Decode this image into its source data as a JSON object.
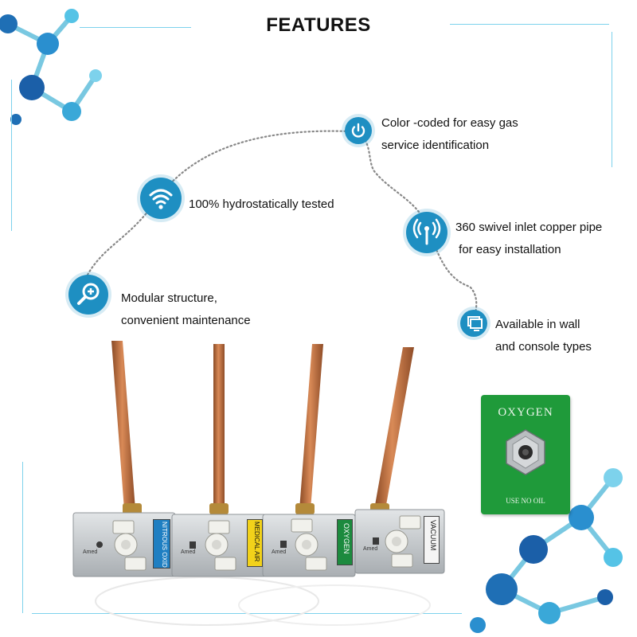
{
  "title": "FEATURES",
  "features": [
    {
      "lines": [
        "Color -coded for easy gas",
        "service identification"
      ],
      "icon": "power-icon"
    },
    {
      "lines": [
        "100% hydrostatically tested"
      ],
      "icon": "wifi-icon"
    },
    {
      "lines": [
        "360 swivel inlet copper pipe",
        " for easy installation"
      ],
      "icon": "antenna-icon"
    },
    {
      "lines": [
        "Modular structure,",
        "convenient maintenance"
      ],
      "icon": "magnifier-plus-icon"
    },
    {
      "lines": [
        "Available in wall",
        "and console types"
      ],
      "icon": "monitor-icon"
    }
  ],
  "outlet_labels": [
    "NITROUS OXIDE",
    "MEDICAL AIR",
    "OXYGEN",
    "VACUUM"
  ],
  "outlet_label_colors": [
    "#1f7fc2",
    "#f2d21a",
    "#1c8a3e",
    "#f4f4f4"
  ],
  "brand_mark": "Amed",
  "plate": {
    "title": "OXYGEN",
    "footer": "USE NO OIL",
    "color": "#1f9a3a"
  },
  "colors": {
    "accent": "#1e8fc2",
    "copper": "#c06a3a",
    "steel": "#c9cdd0"
  }
}
